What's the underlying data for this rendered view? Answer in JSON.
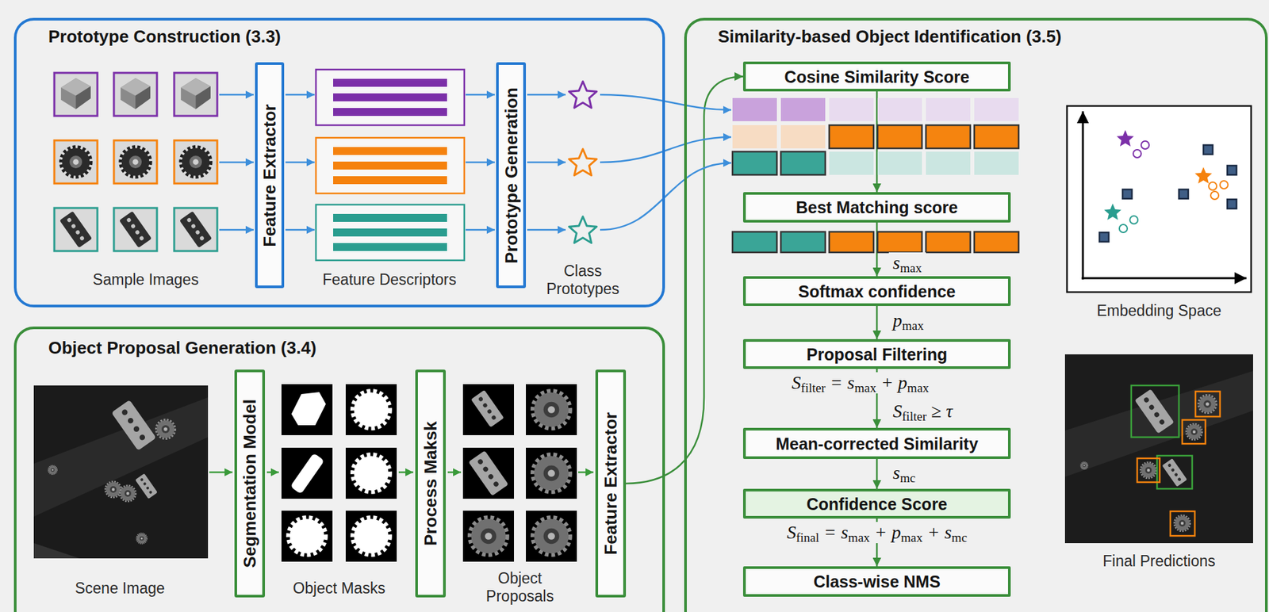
{
  "diagram": {
    "nodes": [
      {
        "text": [
          "Prototype Construction (3.3)"
        ]
      },
      {
        "text": [
          "Feature Extractor"
        ],
        "in": 0
      },
      {
        "text": [
          "Prototype Generation"
        ],
        "in": 0
      },
      {
        "text": [
          "Object Proposal Generation (3.4)"
        ]
      },
      {
        "text": [
          "Segmentation Model"
        ],
        "in": 3
      },
      {
        "text": [
          "Process Maksk"
        ],
        "in": 3
      },
      {
        "text": [
          "Feature Extractor"
        ],
        "in": 3
      },
      {
        "text": [
          "Similarity-based Object Identification (3.5)"
        ]
      },
      {
        "text": [
          "Cosine Similarity Score"
        ],
        "in": 7
      },
      {
        "text": [
          "Best Matching score"
        ],
        "in": 7
      },
      {
        "text": [
          "Softmax confidence"
        ],
        "in": 7
      },
      {
        "text": [
          "Proposal Filtering"
        ],
        "in": 7
      },
      {
        "text": [
          "Mean-corrected Similarity"
        ],
        "in": 7
      },
      {
        "text": [
          "Confidence Score"
        ],
        "in": 7
      },
      {
        "text": [
          "Class-wise NMS"
        ],
        "in": 7
      }
    ],
    "edges": [
      {
        "from": 6,
        "to": 8,
        "arrow": "to"
      },
      {
        "from": 8,
        "to": 9,
        "arrow": "to"
      },
      {
        "from": 9,
        "to": 10,
        "label": "smax",
        "arrow": "to"
      },
      {
        "from": 10,
        "to": 11,
        "label": "pmax",
        "arrow": "to"
      },
      {
        "from": 11,
        "to": 12,
        "label": "Sfilter ≥ τ",
        "arrow": "to"
      },
      {
        "from": 12,
        "to": 13,
        "label": "smc",
        "arrow": "to"
      },
      {
        "from": 13,
        "to": 14,
        "arrow": "to"
      }
    ],
    "labels": [
      "Sample Images",
      "Feature Descriptors",
      "Class Prototypes",
      "Scene Image",
      "Object Masks",
      "Object Proposals",
      "Sfilter = smax + pmax",
      "Sfinal = smax + pmax + smc",
      "Embedding Space",
      "Final Predictions"
    ]
  }
}
